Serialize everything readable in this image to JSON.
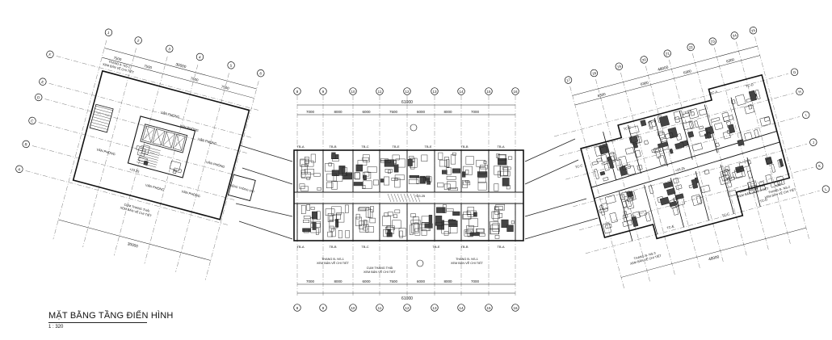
{
  "drawing": {
    "title": "MẶT BẰNG TẦNG ĐIỂN HÌNH",
    "scale": "1 : 320"
  },
  "center_block": {
    "top_axes": [
      "8",
      "9",
      "10",
      "11",
      "12",
      "13",
      "14",
      "15",
      "16"
    ],
    "bottom_axes": [
      "8",
      "9",
      "10",
      "11",
      "12",
      "13",
      "14",
      "15",
      "16"
    ],
    "top_spans": [
      "7000",
      "8000",
      "6000",
      "7500",
      "6000",
      "8000",
      "7000"
    ],
    "bottom_spans": [
      "7000",
      "8000",
      "6000",
      "7500",
      "6000",
      "8000",
      "7000"
    ],
    "total_dim": "61000",
    "level_mark": "+23.25",
    "top_unit_labels": [
      "TB-A",
      "TB-B",
      "TB-C",
      "TB-E",
      "TB-E",
      "TB-B",
      "TB-A"
    ],
    "bottom_unit_labels": [
      "TB-A",
      "TB-B",
      "TB-C",
      "TB-E",
      "TB-B",
      "TB-A"
    ],
    "notes": [
      "THANG B- NS-1",
      "XEM BẢN VẼ CHI TIẾT",
      "CỤM THANG THẢI",
      "XEM BẢN VẼ CHI TIẾT",
      "THANG B- NS-1",
      "XEM BẢN VẼ CHI TIẾT"
    ]
  },
  "left_block": {
    "axes_top": [
      "1",
      "2",
      "3",
      "4",
      "5",
      "6"
    ],
    "axes_left": [
      "F",
      "E",
      "D",
      "C",
      "B",
      "A"
    ],
    "spans_top": [
      "7500",
      "7500",
      "7500",
      "7500"
    ],
    "total_dim": "30000",
    "room_labels": [
      "VĂN PHÒNG",
      "VĂN PHÒNG",
      "VĂN PHÒNG",
      "VĂN PHÒNG",
      "VĂN PHÒNG",
      "VĂN PHÒNG",
      "VĂN PHÒNG"
    ],
    "notes": [
      "THANG A- NS-1",
      "XEM BẢN VẼ CHI TIẾT",
      "CỤM THANG THẢI",
      "XEM BẢN VẼ CHI TIẾT"
    ],
    "level_mark": "+23.25",
    "vent_note": "GIẾNG THÔNG GIÓ"
  },
  "right_block": {
    "axes_top": [
      "17",
      "18",
      "19",
      "20",
      "21",
      "22",
      "23",
      "24",
      "25"
    ],
    "axes_right": [
      "G",
      "H",
      "I",
      "J",
      "K",
      "L"
    ],
    "spans_top": [
      "6300",
      "6300",
      "6300",
      "6300"
    ],
    "total_dim": "48000",
    "unit_labels": [
      "TC-C",
      "TC-C",
      "TC-C",
      "TC-B",
      "TC-B",
      "TC-A",
      "TC-D",
      "TC-D",
      "TC-C",
      "TC-E"
    ],
    "notes": [
      "THANG B- NS-2",
      "XEM BẢN VẼ CHI TIẾT",
      "CỤM THANG THẢI",
      "XEM BẢN VẼ CHI TIẾT",
      "THANG B- NS-3",
      "XEM BẢN VẼ CHI TIẾT"
    ],
    "level_mark": "+23.25"
  }
}
